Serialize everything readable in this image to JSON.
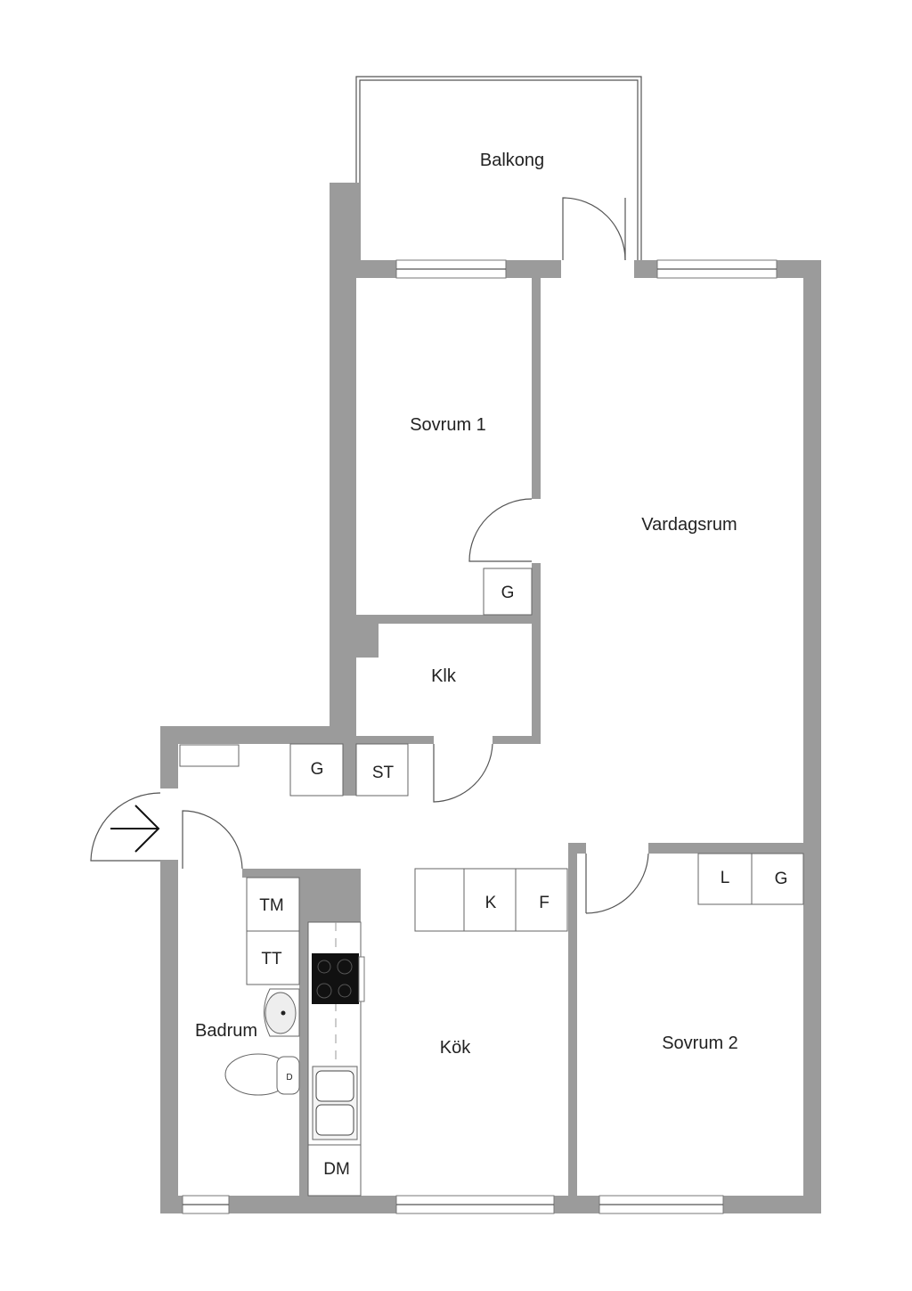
{
  "rooms": {
    "balkong": "Balkong",
    "sovrum1": "Sovrum 1",
    "vardagsrum": "Vardagsrum",
    "klk": "Klk",
    "badrum": "Badrum",
    "kok": "Kök",
    "sovrum2": "Sovrum 2"
  },
  "fixtures": {
    "g_sovrum1": "G",
    "g_hall": "G",
    "st": "ST",
    "tm": "TM",
    "tt": "TT",
    "k": "K",
    "f": "F",
    "l": "L",
    "g_sovrum2": "G",
    "dm": "DM",
    "toilet_d": "D"
  },
  "colors": {
    "wall": "#9b9b9b",
    "line": "#555555"
  }
}
